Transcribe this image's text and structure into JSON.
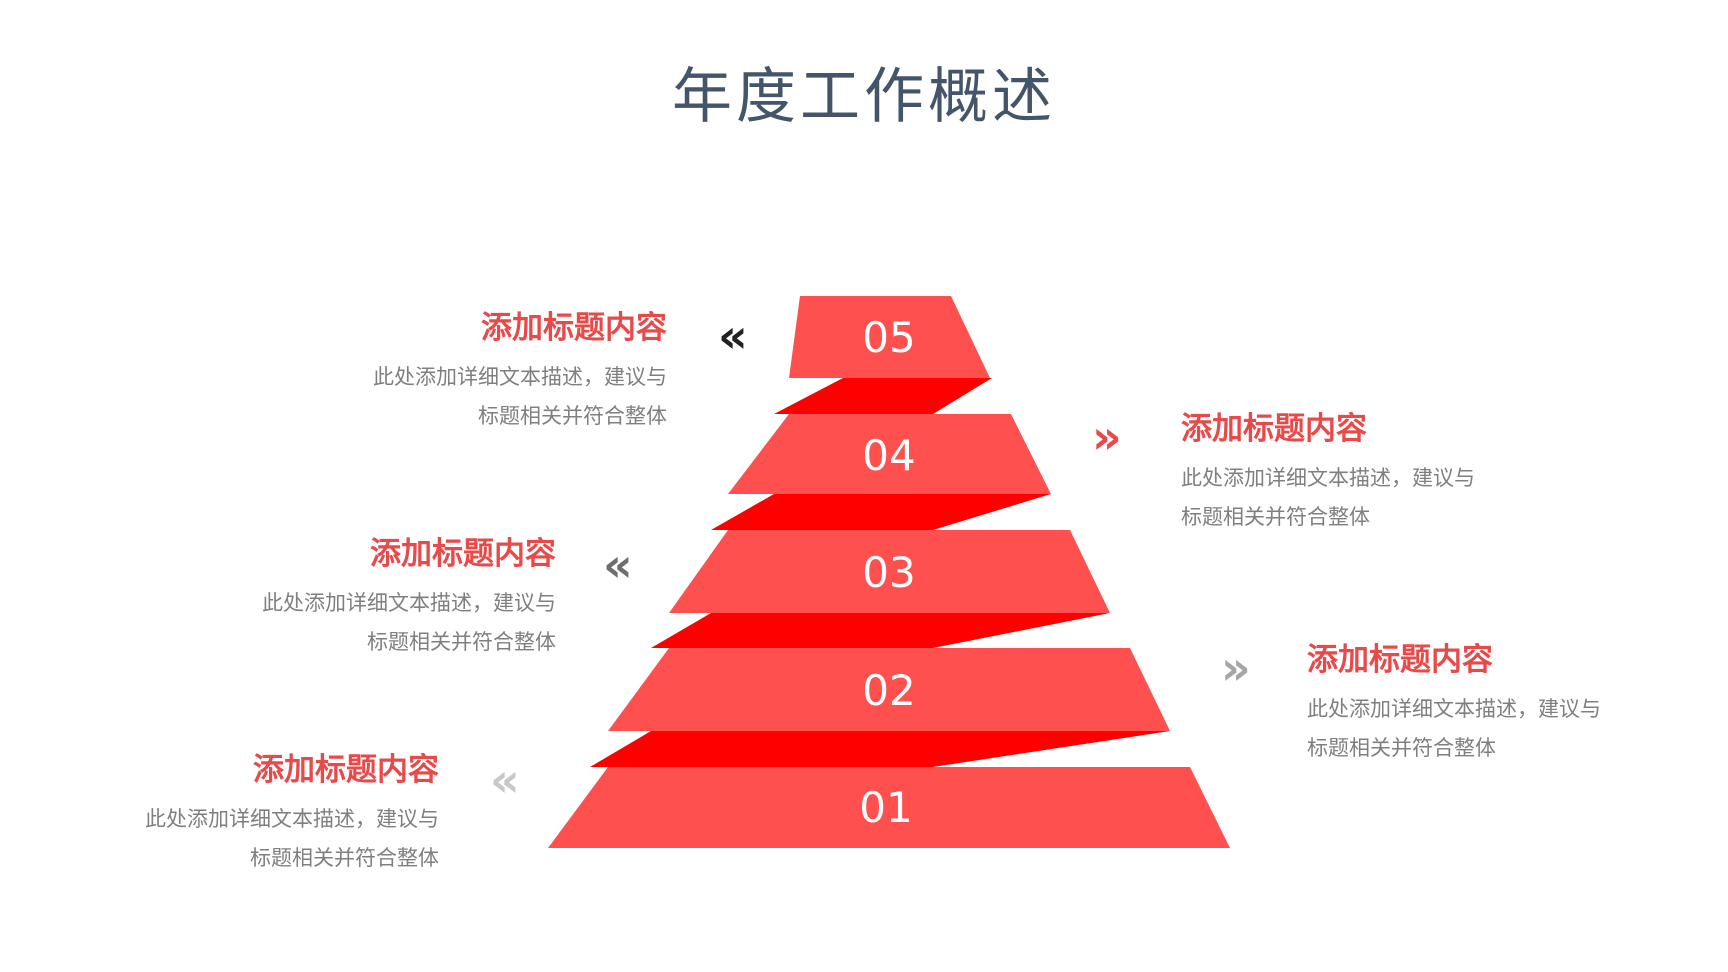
{
  "title": "年度工作概述",
  "colors": {
    "title": "#44546a",
    "band": "#ff5050",
    "connector": "#ff0000",
    "label_title": "#e84a4a",
    "desc": "#7f7f7f"
  },
  "levels": [
    {
      "number": "01",
      "title": "添加标题内容",
      "desc_line1": "此处添加详细文本描述，建议与",
      "desc_line2": "标题相关并符合整体",
      "side": "left",
      "arrow": "«",
      "arrow_icon": "double-chevron-left-icon",
      "arrow_color": "#c8c8c8"
    },
    {
      "number": "02",
      "title": "添加标题内容",
      "desc_line1": "此处添加详细文本描述，建议与",
      "desc_line2": "标题相关并符合整体",
      "side": "right",
      "arrow": "»",
      "arrow_icon": "double-chevron-right-icon",
      "arrow_color": "#a6a6a6"
    },
    {
      "number": "03",
      "title": "添加标题内容",
      "desc_line1": "此处添加详细文本描述，建议与",
      "desc_line2": "标题相关并符合整体",
      "side": "left",
      "arrow": "«",
      "arrow_icon": "double-chevron-left-icon",
      "arrow_color": "#6e6e6e"
    },
    {
      "number": "04",
      "title": "添加标题内容",
      "desc_line1": "此处添加详细文本描述，建议与",
      "desc_line2": "标题相关并符合整体",
      "side": "right",
      "arrow": "»",
      "arrow_icon": "double-chevron-right-icon",
      "arrow_color": "#e84a4a"
    },
    {
      "number": "05",
      "title": "添加标题内容",
      "desc_line1": "此处添加详细文本描述，建议与",
      "desc_line2": "标题相关并符合整体",
      "side": "left",
      "arrow": "«",
      "arrow_icon": "double-chevron-left-icon",
      "arrow_color": "#222222"
    }
  ]
}
